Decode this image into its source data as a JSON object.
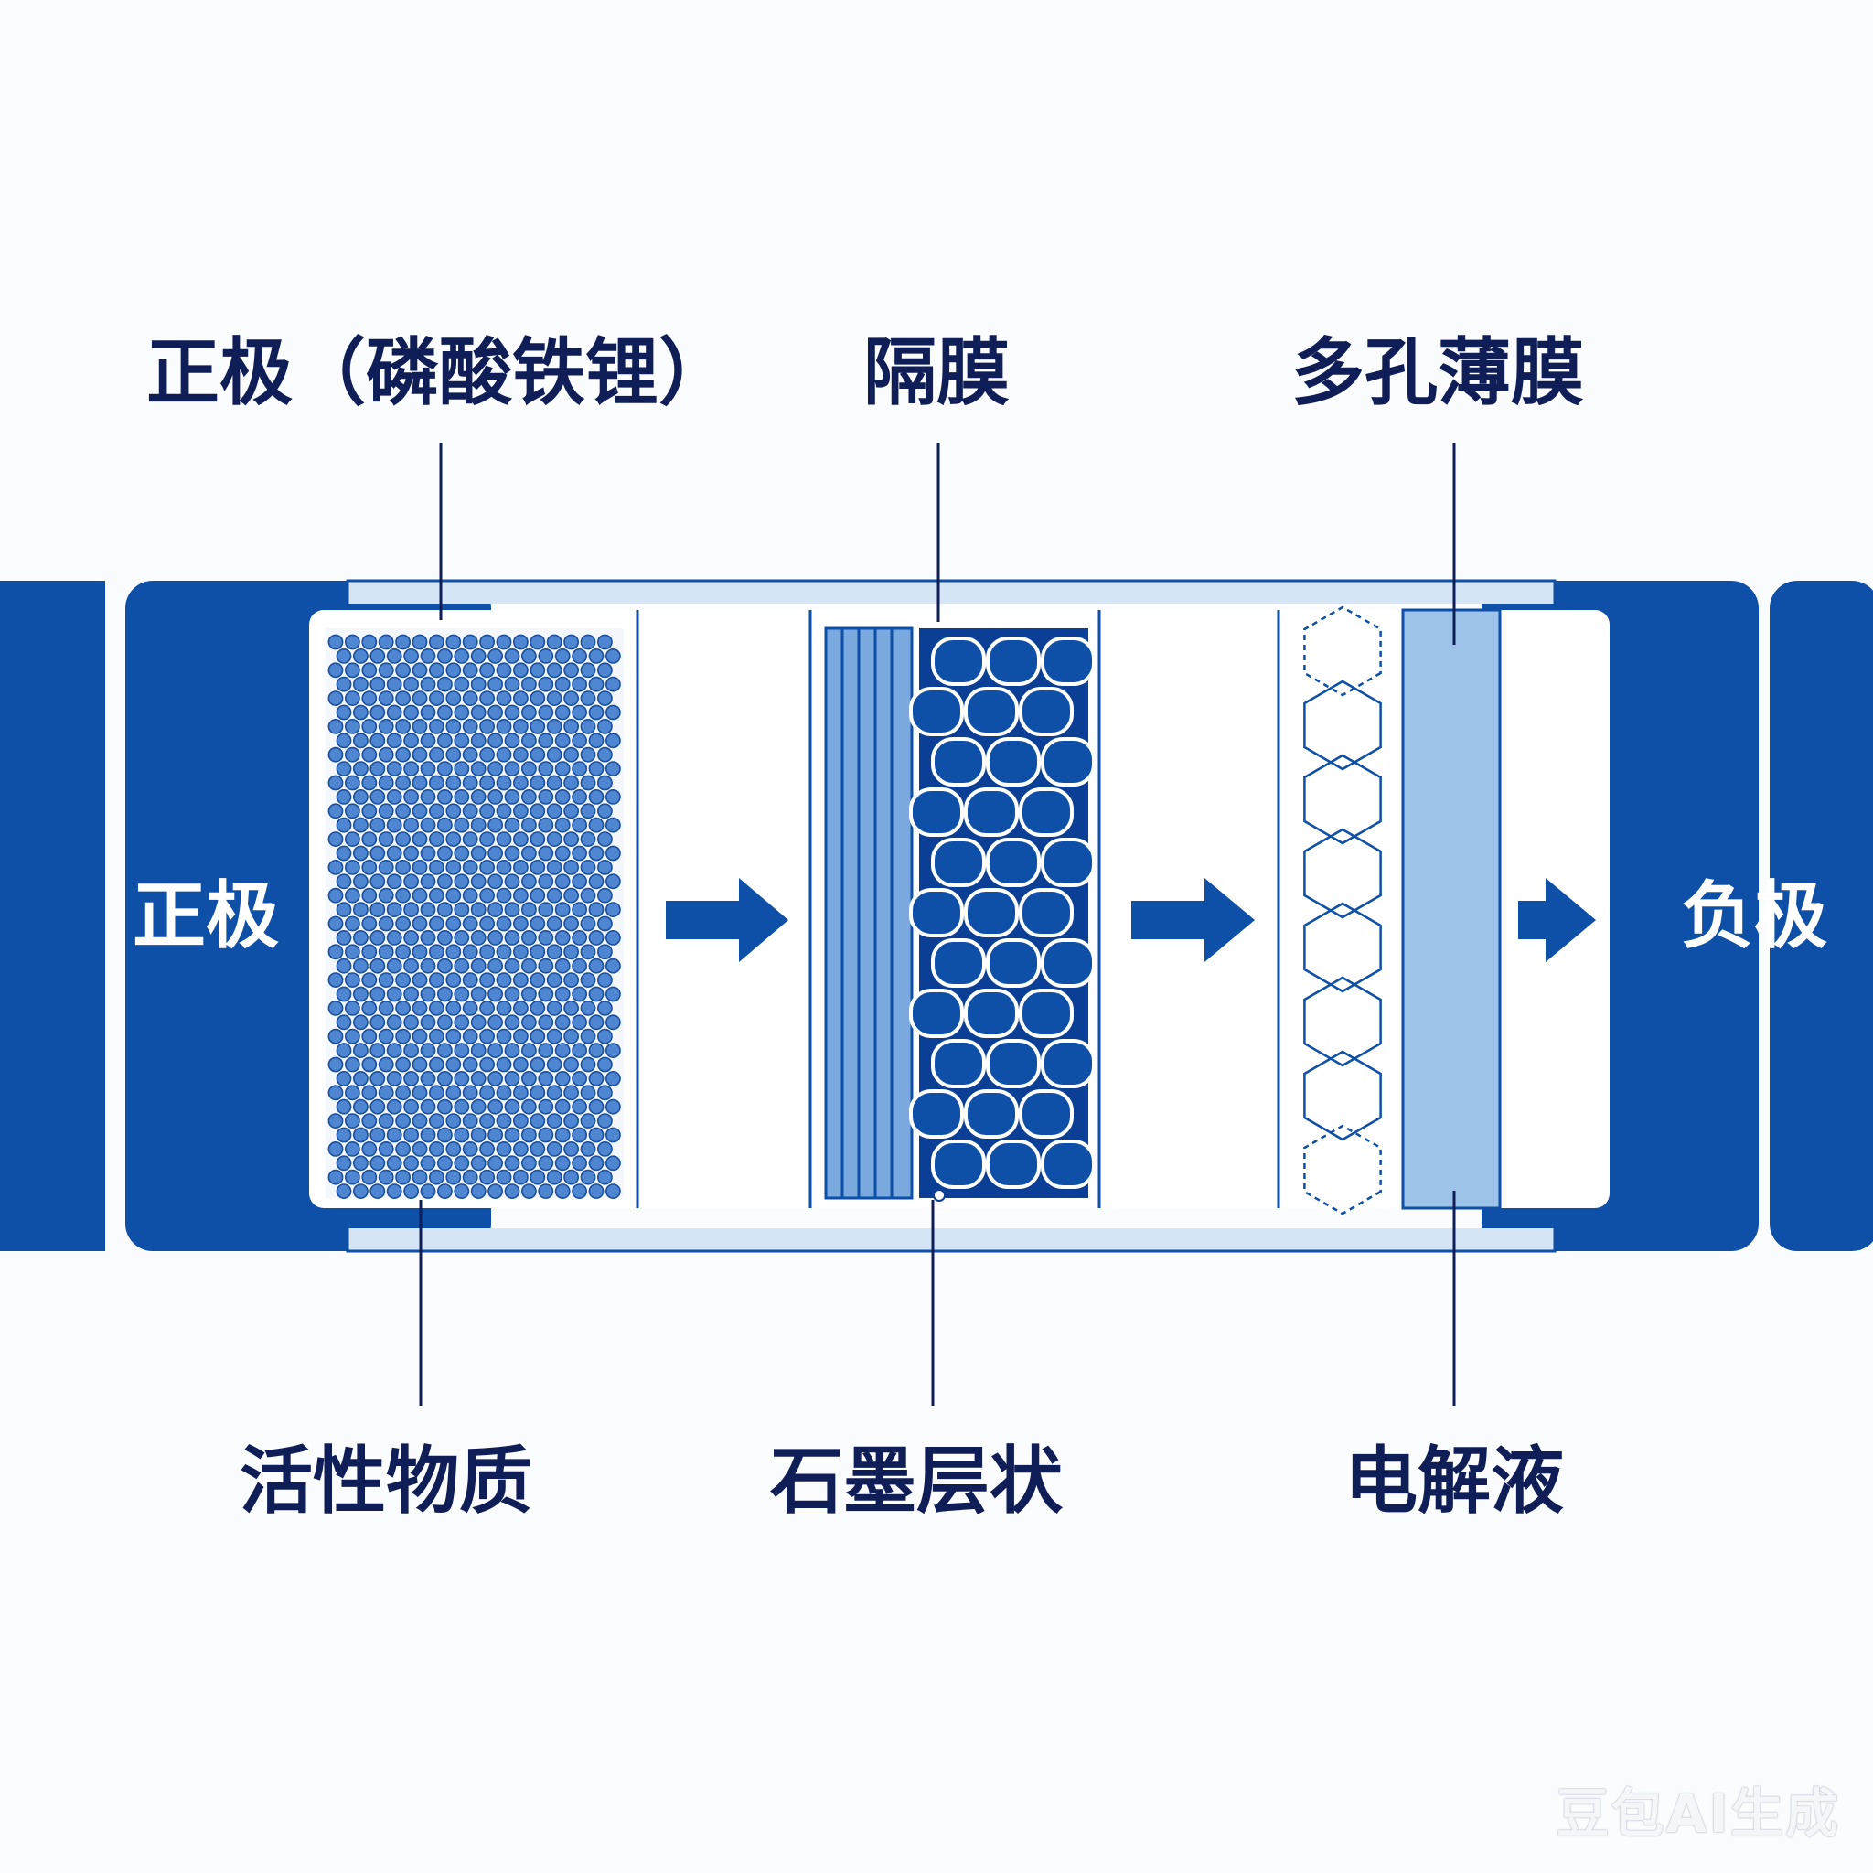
{
  "labels": {
    "cathode_top": "正极（磷酸铁锂）",
    "separator_top": "隔膜",
    "porous_top": "多孔薄膜",
    "active_bottom": "活性物质",
    "graphite_bottom": "石墨层状",
    "electrolyte_bottom": "电解液",
    "cathode_side": "正极",
    "anode_side": "负极"
  },
  "watermark": "豆包AI生成",
  "colors": {
    "primary": "#0e4fa8",
    "dark": "#0b3f96",
    "light": "#9ec3e8",
    "particle": "#4e86d1",
    "text": "#0f1e57"
  }
}
